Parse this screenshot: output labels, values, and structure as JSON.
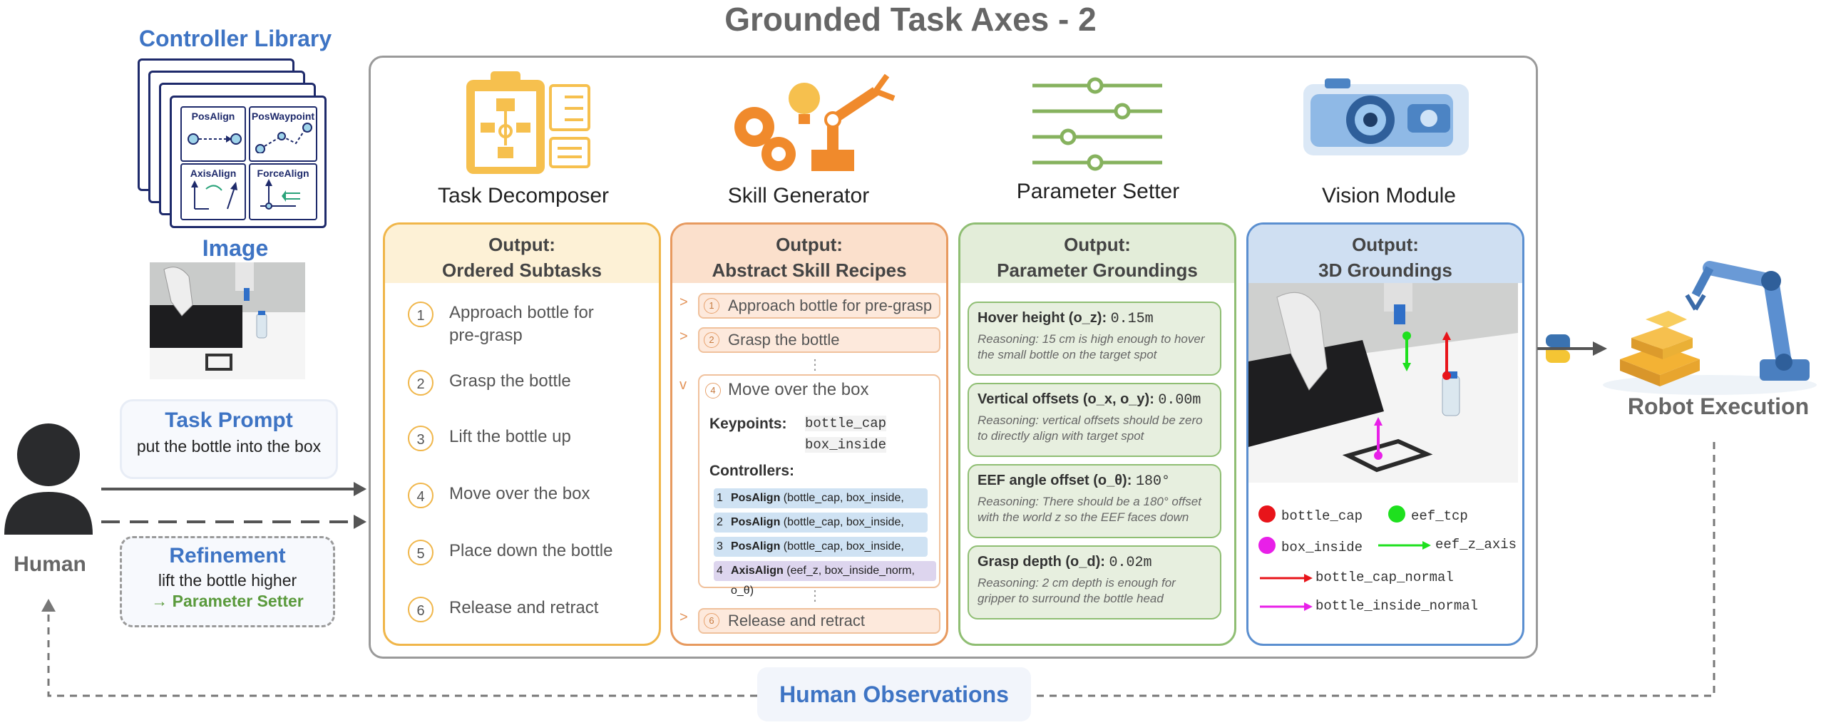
{
  "title": "Grounded Task Axes - 2",
  "controller_library": {
    "title": "Controller Library",
    "cells": [
      "PosAlign",
      "PosWaypoint",
      "AxisAlign",
      "ForceAlign"
    ]
  },
  "image_title": "Image",
  "task_prompt": {
    "title": "Task Prompt",
    "text": "put the bottle into the box"
  },
  "refinement": {
    "title": "Refinement",
    "text": "lift the bottle higher",
    "target": "→ Parameter Setter"
  },
  "human_label": "Human",
  "modules": [
    {
      "label": "Task Decomposer",
      "output_line1": "Output:",
      "output_line2": "Ordered Subtasks"
    },
    {
      "label": "Skill Generator",
      "output_line1": "Output:",
      "output_line2": "Abstract Skill Recipes"
    },
    {
      "label": "Parameter Setter",
      "output_line1": "Output:",
      "output_line2": "Parameter Groundings"
    },
    {
      "label": "Vision Module",
      "output_line1": "Output:",
      "output_line2": "3D Groundings"
    }
  ],
  "subtasks": [
    {
      "n": "1",
      "text": "Approach bottle for pre-grasp"
    },
    {
      "n": "2",
      "text": "Grasp the bottle"
    },
    {
      "n": "3",
      "text": "Lift the bottle up"
    },
    {
      "n": "4",
      "text": "Move over the box"
    },
    {
      "n": "5",
      "text": "Place down the bottle"
    },
    {
      "n": "6",
      "text": "Release and retract"
    }
  ],
  "recipes": {
    "collapsed_top": [
      {
        "n": "1",
        "text": "Approach bottle for pre-grasp"
      },
      {
        "n": "2",
        "text": "Grasp the bottle"
      }
    ],
    "expanded": {
      "n": "4",
      "text": "Move over the box",
      "keypoints_label": "Keypoints:",
      "keypoints": [
        "bottle_cap",
        "box_inside"
      ],
      "controllers_label": "Controllers:",
      "controllers": [
        {
          "n": "1",
          "name": "PosAlign",
          "args": "(bottle_cap, box_inside, o_z)"
        },
        {
          "n": "2",
          "name": "PosAlign",
          "args": "(bottle_cap, box_inside, o_y)"
        },
        {
          "n": "3",
          "name": "PosAlign",
          "args": "(bottle_cap, box_inside, o_x)"
        },
        {
          "n": "4",
          "name": "AxisAlign",
          "args": "(eef_z, box_inside_norm, o_θ)"
        }
      ]
    },
    "collapsed_bottom": [
      {
        "n": "6",
        "text": "Release and retract"
      }
    ],
    "ellipsis": "⋮"
  },
  "parameters": [
    {
      "name": "Hover height (o_z): ",
      "value": "0.15m",
      "reason": "Reasoning: 15 cm is high enough to hover the small bottle on the target spot"
    },
    {
      "name": "Vertical offsets (o_x, o_y): ",
      "value": "0.00m",
      "reason": "Reasoning: vertical offsets should be zero to directly align with target spot"
    },
    {
      "name": "EEF angle offset (o_θ): ",
      "value": "180°",
      "reason": "Reasoning: There should be a 180° offset with the  world z so the EEF faces down"
    },
    {
      "name": "Grasp depth (o_d): ",
      "value": "0.02m",
      "reason": "Reasoning: 2 cm depth is enough for gripper to surround the bottle head"
    }
  ],
  "vision_legend": {
    "bottle_cap": "bottle_cap",
    "eef_tcp": "eef_tcp",
    "box_inside": "box_inside",
    "eef_z_axis": "eef_z_axis",
    "bottle_cap_normal": "bottle_cap_normal",
    "bottle_inside_normal": "bottle_inside_normal"
  },
  "colors": {
    "decomposer": "#f0b64a",
    "skill": "#e79a5f",
    "param": "#8fbe73",
    "vision": "#5b8fd0",
    "red": "#e8141a",
    "green": "#1ee01e",
    "magenta": "#e820e8"
  },
  "robot_label": "Robot Execution",
  "human_observations": "Human Observations"
}
